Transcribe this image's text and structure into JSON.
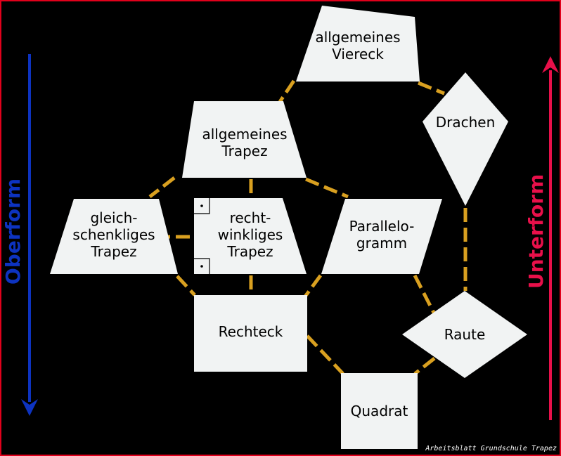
{
  "colors": {
    "background": "#000000",
    "shape_fill": "#f1f3f3",
    "connector": "#d9a020",
    "oberform_blue": "#0d33c0",
    "unterform_pink": "#e8104a",
    "frame": "#e0001b"
  },
  "axes": {
    "oberform": "Oberform",
    "unterform": "Unterform"
  },
  "shapes": {
    "allgemeines_viereck": {
      "line1": "allgemeines",
      "line2": "Viereck"
    },
    "drachen": {
      "line1": "Drachen"
    },
    "allgemeines_trapez": {
      "line1": "allgemeines",
      "line2": "Trapez"
    },
    "gleichschenkliges_trapez": {
      "line1": "gleich-",
      "line2": "schenkliges",
      "line3": "Trapez"
    },
    "rechtwinkliges_trapez": {
      "line1": "recht-",
      "line2": "winkliges",
      "line3": "Trapez"
    },
    "parallelogramm": {
      "line1": "Parallelo-",
      "line2": "gramm"
    },
    "rechteck": {
      "line1": "Rechteck"
    },
    "raute": {
      "line1": "Raute"
    },
    "quadrat": {
      "line1": "Quadrat"
    }
  },
  "watermark": "Arbeitsblatt Grundschule Trapez"
}
